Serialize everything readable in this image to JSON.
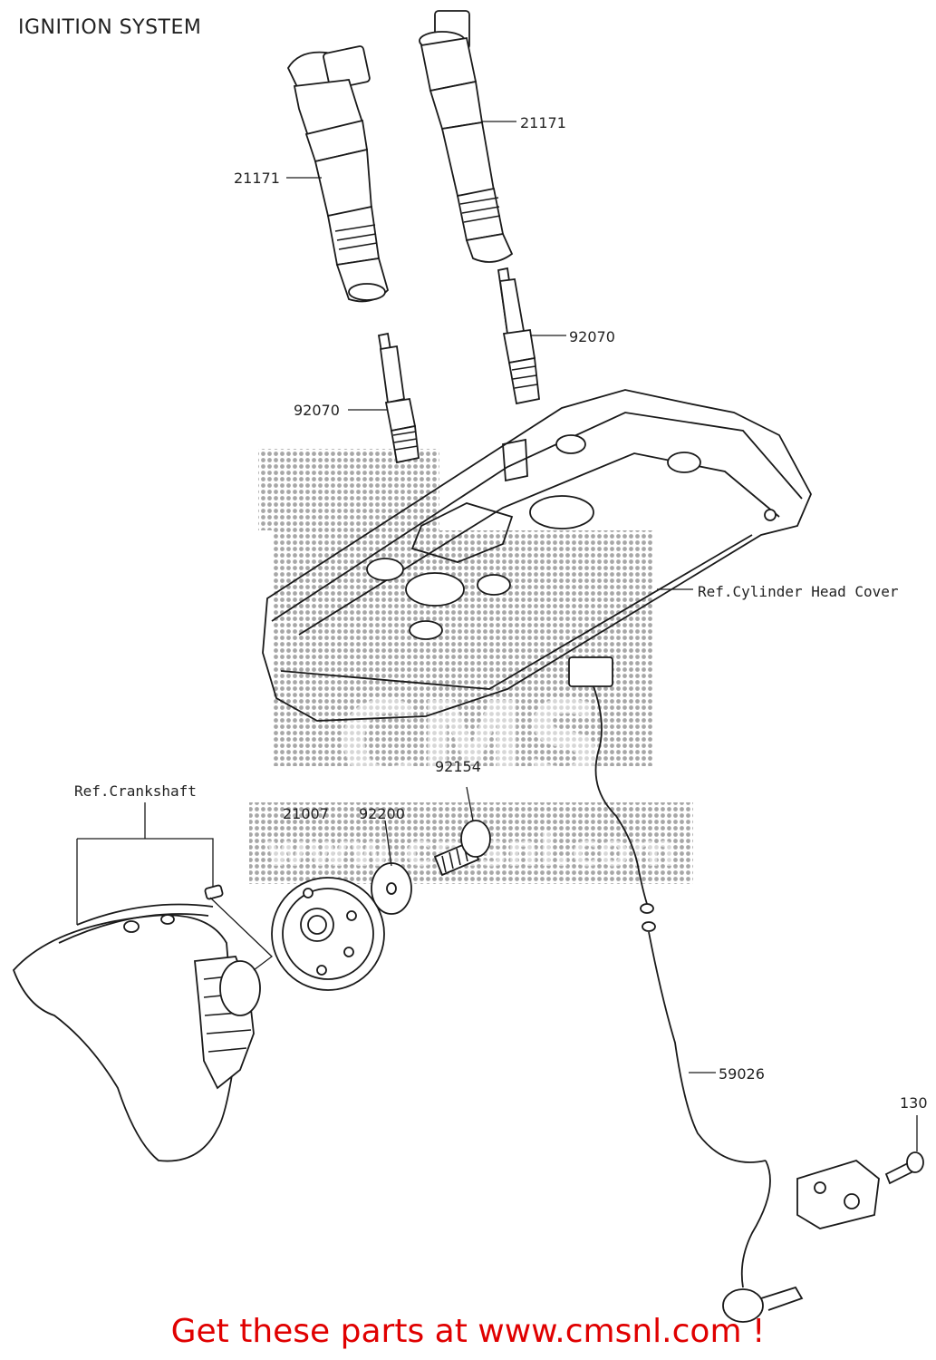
{
  "title": "IGNITION SYSTEM",
  "labels": {
    "coil_left": "21171",
    "coil_right": "21171",
    "plug_left": "92070",
    "plug_right": "92070",
    "head_cover": "Ref.Cylinder Head Cover",
    "crankshaft": "Ref.Crankshaft",
    "rotor": "21007",
    "washer": "92200",
    "bolt": "92154",
    "harness": "59026",
    "screw": "130"
  },
  "watermark": {
    "text": "CMS",
    "url_text": "www.cmsnl.com"
  },
  "footer": "Get these parts at www.cmsnl.com !",
  "colors": {
    "line": "#1a1a1a",
    "footer": "#e00000",
    "watermark": "#888888"
  }
}
